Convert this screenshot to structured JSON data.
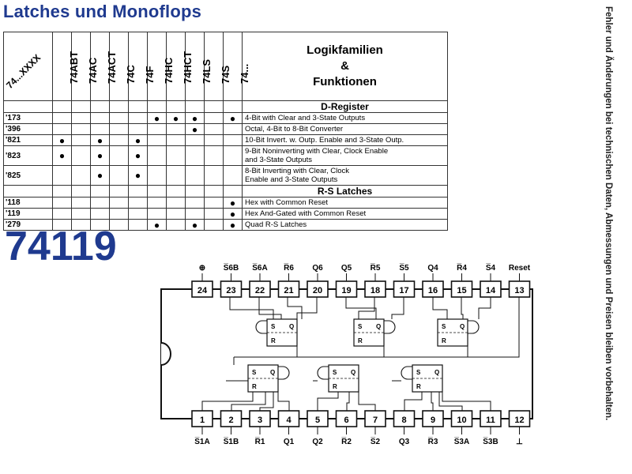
{
  "title": "Latches und Monoflops",
  "side_note": "Fehler und Änderungen bei technischen Daten, Abmessungen und Preisen bleiben vorbehalten.",
  "part_number": "74119",
  "table": {
    "series_header": "74...XXXX",
    "families": [
      "74ABT",
      "74AC",
      "74ACT",
      "74C",
      "74F",
      "74HC",
      "74HCT",
      "74LS",
      "74S",
      "74..."
    ],
    "function_header": [
      "Logikfamilien",
      "&",
      "Funktionen"
    ],
    "sections": [
      {
        "title": "D-Register",
        "rows": [
          {
            "code": "'173",
            "dots": [
              0,
              0,
              0,
              0,
              0,
              1,
              1,
              1,
              0,
              1
            ],
            "desc": [
              "4-Bit with Clear and 3-State Outputs"
            ]
          },
          {
            "code": "'396",
            "dots": [
              0,
              0,
              0,
              0,
              0,
              0,
              0,
              1,
              0,
              0
            ],
            "desc": [
              "Octal, 4-Bit to 8-Bit Converter"
            ]
          },
          {
            "code": "'821",
            "dots": [
              1,
              0,
              1,
              0,
              1,
              0,
              0,
              0,
              0,
              0
            ],
            "desc": [
              "10-Bit Invert. w. Outp. Enable and 3-State Outp."
            ]
          },
          {
            "code": "'823",
            "dots": [
              1,
              0,
              1,
              0,
              1,
              0,
              0,
              0,
              0,
              0
            ],
            "desc": [
              "9-Bit Noninverting with Clear, Clock Enable",
              "and 3-State Outputs"
            ]
          },
          {
            "code": "'825",
            "dots": [
              0,
              0,
              1,
              0,
              1,
              0,
              0,
              0,
              0,
              0
            ],
            "desc": [
              "8-Bit Inverting with Clear, Clock",
              "Enable and 3-State Outputs"
            ]
          }
        ]
      },
      {
        "title": "R-S Latches",
        "rows": [
          {
            "code": "'118",
            "dots": [
              0,
              0,
              0,
              0,
              0,
              0,
              0,
              0,
              0,
              1
            ],
            "desc": [
              "Hex with Common Reset"
            ]
          },
          {
            "code": "'119",
            "dots": [
              0,
              0,
              0,
              0,
              0,
              0,
              0,
              0,
              0,
              1
            ],
            "desc": [
              "Hex And-Gated with Common Reset"
            ]
          },
          {
            "code": "'279",
            "dots": [
              0,
              0,
              0,
              0,
              0,
              1,
              0,
              1,
              0,
              1
            ],
            "desc": [
              "Quad R-S Latches"
            ]
          }
        ]
      }
    ],
    "dot_glyph": "●"
  },
  "diagram": {
    "top_labels": [
      "⊕",
      "S̅6B",
      "S̅6A",
      "R̅6",
      "Q6",
      "Q5",
      "R̅5",
      "S̅5",
      "Q4",
      "R̅4",
      "S̅4",
      "Reset"
    ],
    "top_pins": [
      "24",
      "23",
      "22",
      "21",
      "20",
      "19",
      "18",
      "17",
      "16",
      "15",
      "14",
      "13"
    ],
    "bottom_pins": [
      "1",
      "2",
      "3",
      "4",
      "5",
      "6",
      "7",
      "8",
      "9",
      "10",
      "11",
      "12"
    ],
    "bottom_labels": [
      "S̅1A",
      "S̅1B",
      "R̅1",
      "Q1",
      "Q2",
      "R̅2",
      "S̅2",
      "Q3",
      "R̅3",
      "S̅3A",
      "S̅3B",
      "⊥"
    ],
    "latch_letters": {
      "set": "S",
      "reset": "R",
      "out": "Q"
    }
  }
}
